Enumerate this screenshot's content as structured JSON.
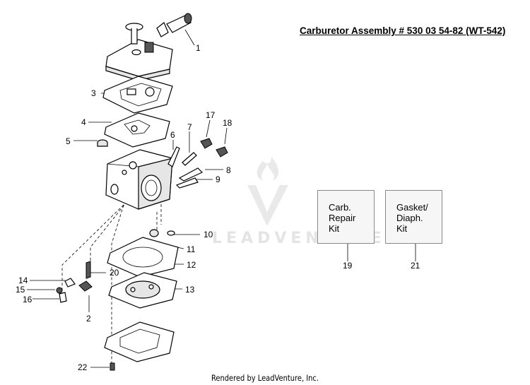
{
  "title": "Carburetor Assembly # 530 03 54-82 (WT-542)",
  "watermark": "LEADVENTURE",
  "footer": "Rendered by LeadVenture, Inc.",
  "part_labels": [
    "1",
    "2",
    "3",
    "4",
    "5",
    "6",
    "7",
    "8",
    "9",
    "10",
    "11",
    "12",
    "13",
    "14",
    "15",
    "16",
    "17",
    "18",
    "20",
    "22"
  ],
  "kits": [
    {
      "lines": [
        "Carb.",
        "Repair",
        "Kit"
      ],
      "number": "19"
    },
    {
      "lines": [
        "Gasket/",
        "Diaph.",
        "Kit"
      ],
      "number": "21"
    }
  ]
}
